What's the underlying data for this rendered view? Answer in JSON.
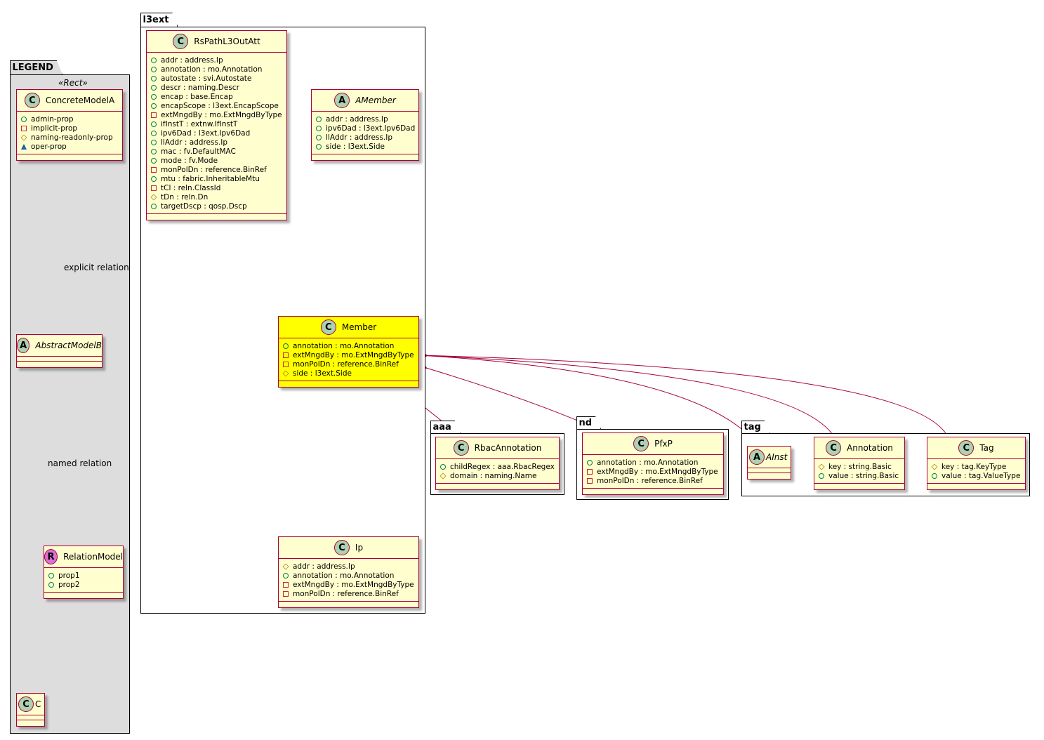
{
  "packages": {
    "legend": {
      "title": "LEGEND",
      "stereotype": "«Rect»"
    },
    "l3ext": {
      "title": "l3ext"
    },
    "aaa": {
      "title": "aaa"
    },
    "nd": {
      "title": "nd"
    },
    "tag": {
      "title": "tag"
    }
  },
  "classes": {
    "ConcreteModelA": {
      "name": "ConcreteModelA",
      "kind": "C",
      "attrs": [
        {
          "v": "+",
          "t": "admin-prop"
        },
        {
          "v": "-",
          "t": "implicit-prop"
        },
        {
          "v": "#",
          "t": "naming-readonly-prop"
        },
        {
          "v": "~",
          "t": "oper-prop"
        }
      ]
    },
    "AbstractModelB": {
      "name": "AbstractModelB",
      "kind": "A",
      "attrs": []
    },
    "RelationModel": {
      "name": "RelationModel",
      "kind": "R",
      "attrs": [
        {
          "v": "+",
          "t": "prop1"
        },
        {
          "v": "+",
          "t": "prop2"
        }
      ]
    },
    "C": {
      "name": "C",
      "kind": "C",
      "attrs": []
    },
    "RsPathL3OutAtt": {
      "name": "RsPathL3OutAtt",
      "kind": "C",
      "attrs": [
        {
          "v": "+",
          "t": "addr : address.Ip"
        },
        {
          "v": "+",
          "t": "annotation : mo.Annotation"
        },
        {
          "v": "+",
          "t": "autostate : svi.Autostate"
        },
        {
          "v": "+",
          "t": "descr : naming.Descr"
        },
        {
          "v": "+",
          "t": "encap : base.Encap"
        },
        {
          "v": "+",
          "t": "encapScope : l3ext.EncapScope"
        },
        {
          "v": "-",
          "t": "extMngdBy : mo.ExtMngdByType"
        },
        {
          "v": "+",
          "t": "ifInstT : extnw.IfInstT"
        },
        {
          "v": "+",
          "t": "ipv6Dad : l3ext.Ipv6Dad"
        },
        {
          "v": "+",
          "t": "llAddr : address.Ip"
        },
        {
          "v": "+",
          "t": "mac : fv.DefaultMAC"
        },
        {
          "v": "+",
          "t": "mode : fv.Mode"
        },
        {
          "v": "-",
          "t": "monPolDn : reference.BinRef"
        },
        {
          "v": "+",
          "t": "mtu : fabric.InheritableMtu"
        },
        {
          "v": "-",
          "t": "tCl : reln.ClassId"
        },
        {
          "v": "#",
          "t": "tDn : reln.Dn"
        },
        {
          "v": "+",
          "t": "targetDscp : qosp.Dscp"
        }
      ]
    },
    "AMember": {
      "name": "AMember",
      "kind": "A",
      "attrs": [
        {
          "v": "+",
          "t": "addr : address.Ip"
        },
        {
          "v": "+",
          "t": "ipv6Dad : l3ext.Ipv6Dad"
        },
        {
          "v": "+",
          "t": "llAddr : address.Ip"
        },
        {
          "v": "+",
          "t": "side : l3ext.Side"
        }
      ]
    },
    "Member": {
      "name": "Member",
      "kind": "C",
      "highlight": true,
      "attrs": [
        {
          "v": "+",
          "t": "annotation : mo.Annotation"
        },
        {
          "v": "-",
          "t": "extMngdBy : mo.ExtMngdByType"
        },
        {
          "v": "-",
          "t": "monPolDn : reference.BinRef"
        },
        {
          "v": "#",
          "t": "side : l3ext.Side"
        }
      ]
    },
    "Ip": {
      "name": "Ip",
      "kind": "C",
      "attrs": [
        {
          "v": "#",
          "t": "addr : address.Ip"
        },
        {
          "v": "+",
          "t": "annotation : mo.Annotation"
        },
        {
          "v": "-",
          "t": "extMngdBy : mo.ExtMngdByType"
        },
        {
          "v": "-",
          "t": "monPolDn : reference.BinRef"
        }
      ]
    },
    "RbacAnnotation": {
      "name": "RbacAnnotation",
      "kind": "C",
      "attrs": [
        {
          "v": "+",
          "t": "childRegex : aaa.RbacRegex"
        },
        {
          "v": "#",
          "t": "domain : naming.Name"
        }
      ]
    },
    "PfxP": {
      "name": "PfxP",
      "kind": "C",
      "attrs": [
        {
          "v": "+",
          "t": "annotation : mo.Annotation"
        },
        {
          "v": "-",
          "t": "extMngdBy : mo.ExtMngdByType"
        },
        {
          "v": "-",
          "t": "monPolDn : reference.BinRef"
        }
      ]
    },
    "AInst": {
      "name": "AInst",
      "kind": "A",
      "attrs": []
    },
    "Annotation": {
      "name": "Annotation",
      "kind": "C",
      "attrs": [
        {
          "v": "#",
          "t": "key : string.Basic"
        },
        {
          "v": "+",
          "t": "value : string.Basic"
        }
      ]
    },
    "Tag": {
      "name": "Tag",
      "kind": "C",
      "attrs": [
        {
          "v": "#",
          "t": "key : tag.KeyType"
        },
        {
          "v": "+",
          "t": "value : tag.ValueType"
        }
      ]
    }
  },
  "edge_labels": {
    "explicit": "explicit relation",
    "named": "named relation"
  },
  "colors": {
    "class_bg": "#fefece",
    "border": "#a80036",
    "highlight": "#ffff00",
    "legend_bg": "#dddddd"
  }
}
